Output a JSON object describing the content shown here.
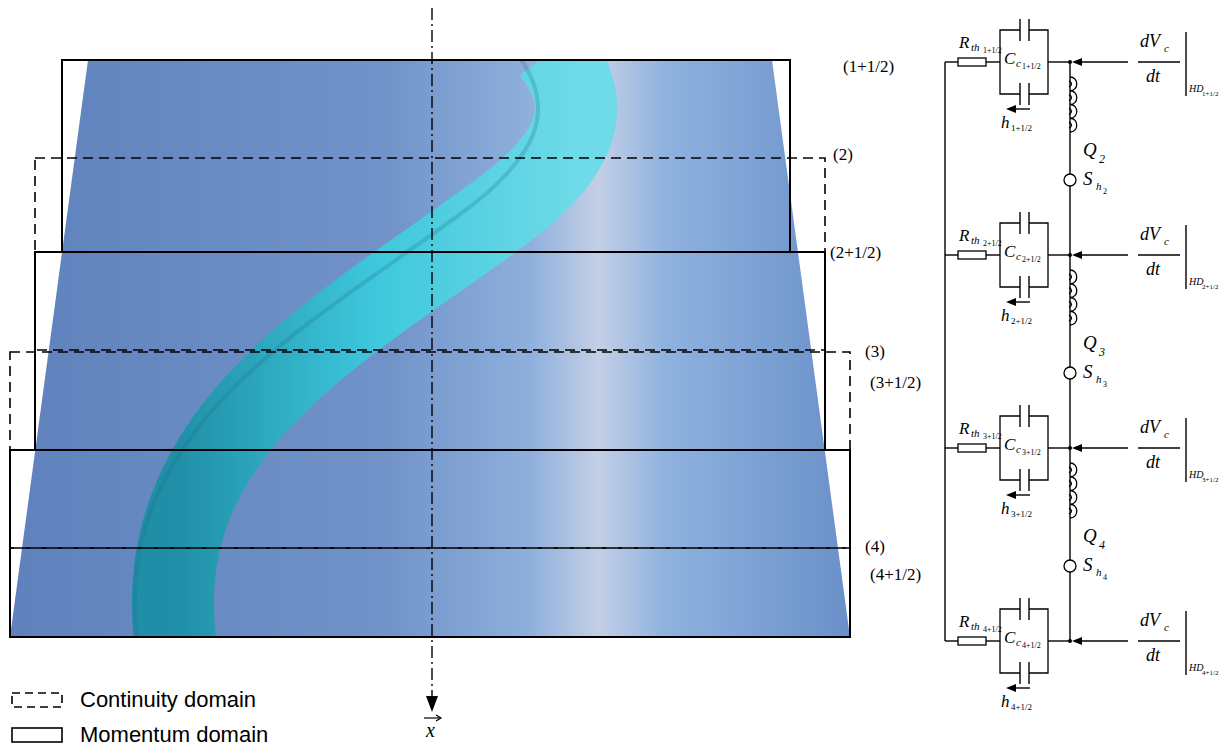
{
  "diagram": {
    "labels": [
      "(1+1/2)",
      "(2)",
      "(2+1/2)",
      "(3)",
      "(3+1/2)",
      "(4)",
      "(4+1/2)",
      "x",
      "R",
      "th",
      "1+1/2",
      "C",
      "c",
      "1+1/2",
      "h",
      "1+1/2",
      "dV",
      "c",
      "dt",
      "HD",
      "1+1/2",
      "R",
      "th",
      "2+1/2",
      "C",
      "c",
      "2+1/2",
      "h",
      "2+1/2",
      "dV",
      "c",
      "dt",
      "HD",
      "2+1/2",
      "R",
      "th",
      "3+1/2",
      "C",
      "c",
      "3+1/2",
      "h",
      "3+1/2",
      "dV",
      "c",
      "dt",
      "HD",
      "3+1/2",
      "R",
      "th",
      "4+1/2",
      "C",
      "c",
      "4+1/2",
      "h",
      "4+1/2",
      "dV",
      "c",
      "dt",
      "HD",
      "4+1/2",
      "Q",
      "2",
      "S",
      "h",
      "2",
      "Q",
      "3",
      "S",
      "h",
      "3",
      "Q",
      "4",
      "S",
      "h",
      "4"
    ],
    "legend": [
      {
        "text": "Continuity domain"
      },
      {
        "text": "Momentum domain"
      }
    ]
  }
}
